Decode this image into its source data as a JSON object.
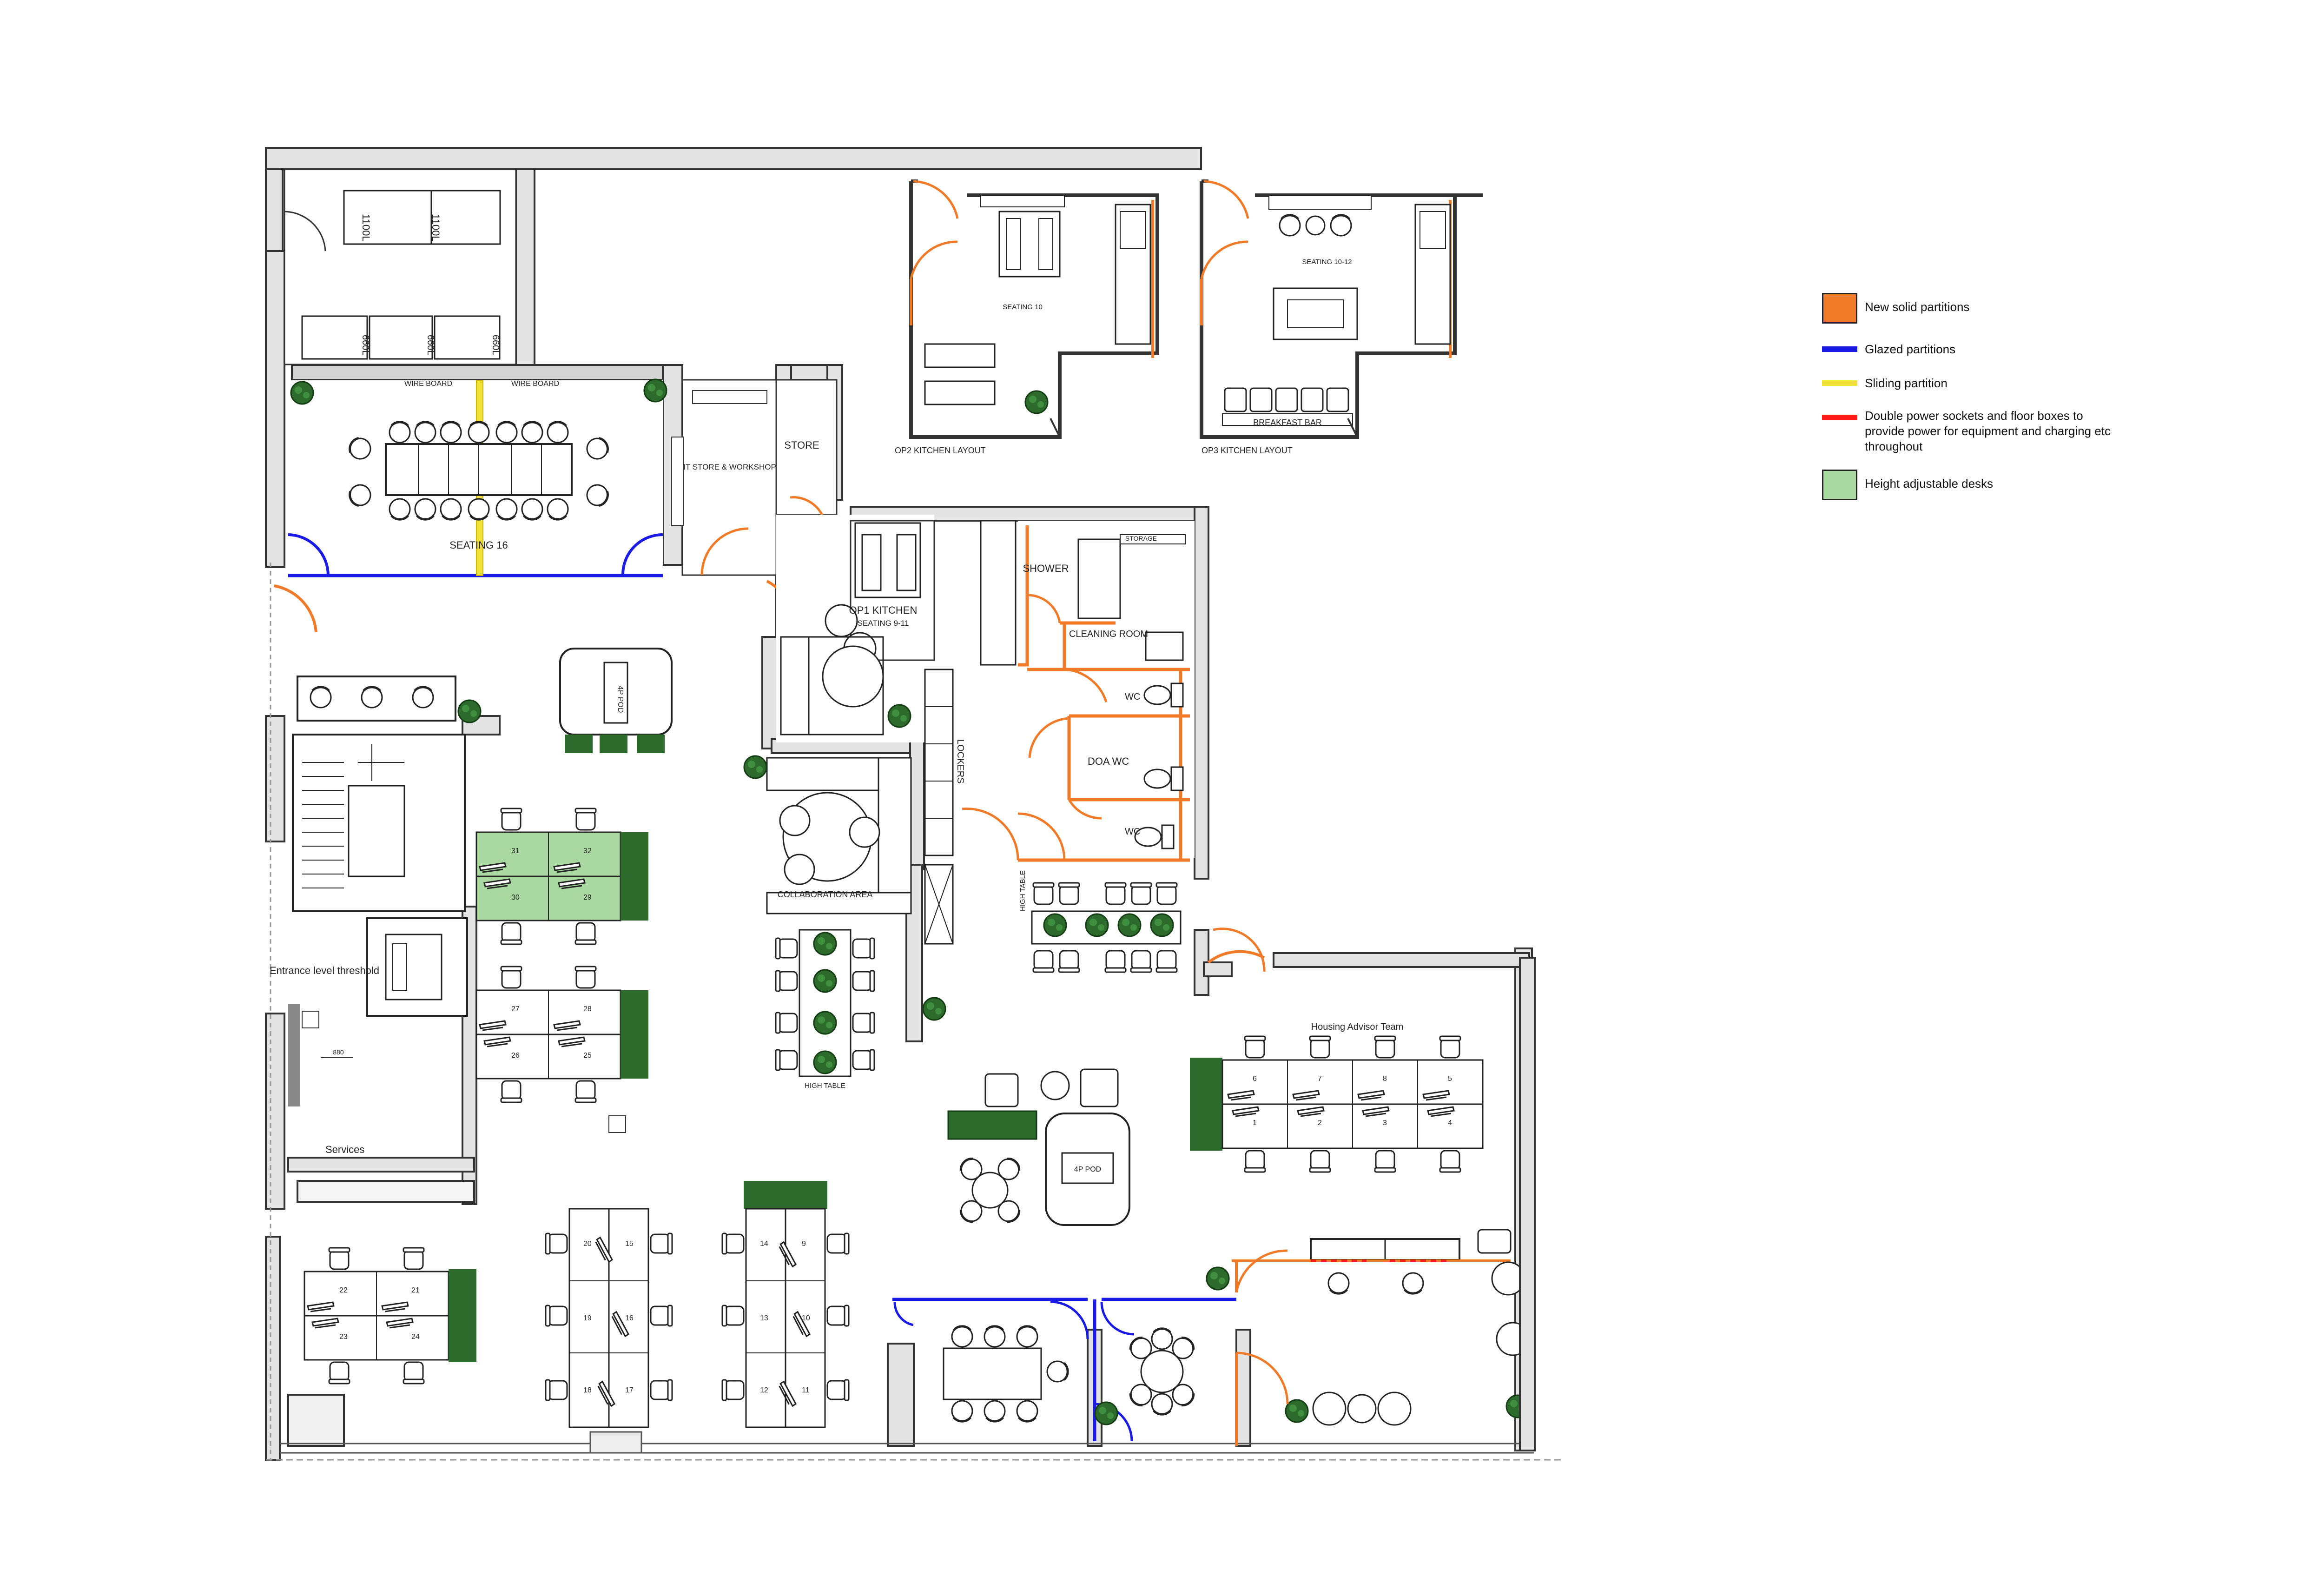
{
  "title": "",
  "legend": {
    "items": [
      {
        "label": "New solid partitions",
        "color": "#f07a28"
      },
      {
        "label": "Glazed partitions",
        "color": "#1a1ae6"
      },
      {
        "label": "Sliding partition",
        "color": "#f2e03a"
      },
      {
        "label": "Double power sockets and floor boxes to provide power for equipment and charging etc throughout",
        "color": "#ff1a1a"
      },
      {
        "label": "Height adjustable desks",
        "color": "#a9d8a0"
      }
    ]
  },
  "rooms": {
    "meeting_room": "SEATING 16",
    "it_store": "IT STORE & WORKSHOP",
    "store": "STORE",
    "op1_kitchen": "OP1 KITCHEN",
    "op1_seating": "SEATING 9-11",
    "shower": "SHOWER",
    "storage": "STORAGE",
    "cleaning_room": "CLEANING ROOM",
    "wc_top": "WC",
    "doa_wc": "DOA WC",
    "wc_bottom": "WC",
    "lockers": "LOCKERS",
    "pod_4p_top": "4P POD",
    "pod_4p_middle": "4P POD",
    "collaboration_area": "COLLABORATION AREA",
    "high_table_left": "HIGH TABLE",
    "high_table_right": "HIGH TABLE",
    "entrance": "Entrance level threshold",
    "services": "Services",
    "dim_880": "880",
    "housing_team": "Housing Advisor Team",
    "op2_seating": "SEATING 10",
    "op2_layout": "OP2 KITCHEN LAYOUT",
    "op3_seating": "SEATING 10-12",
    "op3_breakfast": "BREAKFAST BAR",
    "op3_layout": "OP3 KITCHEN LAYOUT",
    "bins_top": [
      "1100L",
      "1100L"
    ],
    "bins_bottom": [
      "660L",
      "660L",
      "660L"
    ],
    "wire_board_1": "WIRE BOARD",
    "wire_board_2": "WIRE BOARD"
  },
  "desks": {
    "cluster_a": [
      "31",
      "32",
      "30",
      "29"
    ],
    "cluster_b": [
      "27",
      "28",
      "26",
      "25"
    ],
    "cluster_c": [
      "22",
      "21",
      "23",
      "24"
    ],
    "cluster_d": [
      "20",
      "15",
      "19",
      "16",
      "18",
      "17"
    ],
    "cluster_e": [
      "14",
      "9",
      "13",
      "10",
      "12",
      "11"
    ],
    "cluster_f": [
      "6",
      "7",
      "8",
      "5",
      "1",
      "2",
      "3",
      "4"
    ]
  }
}
